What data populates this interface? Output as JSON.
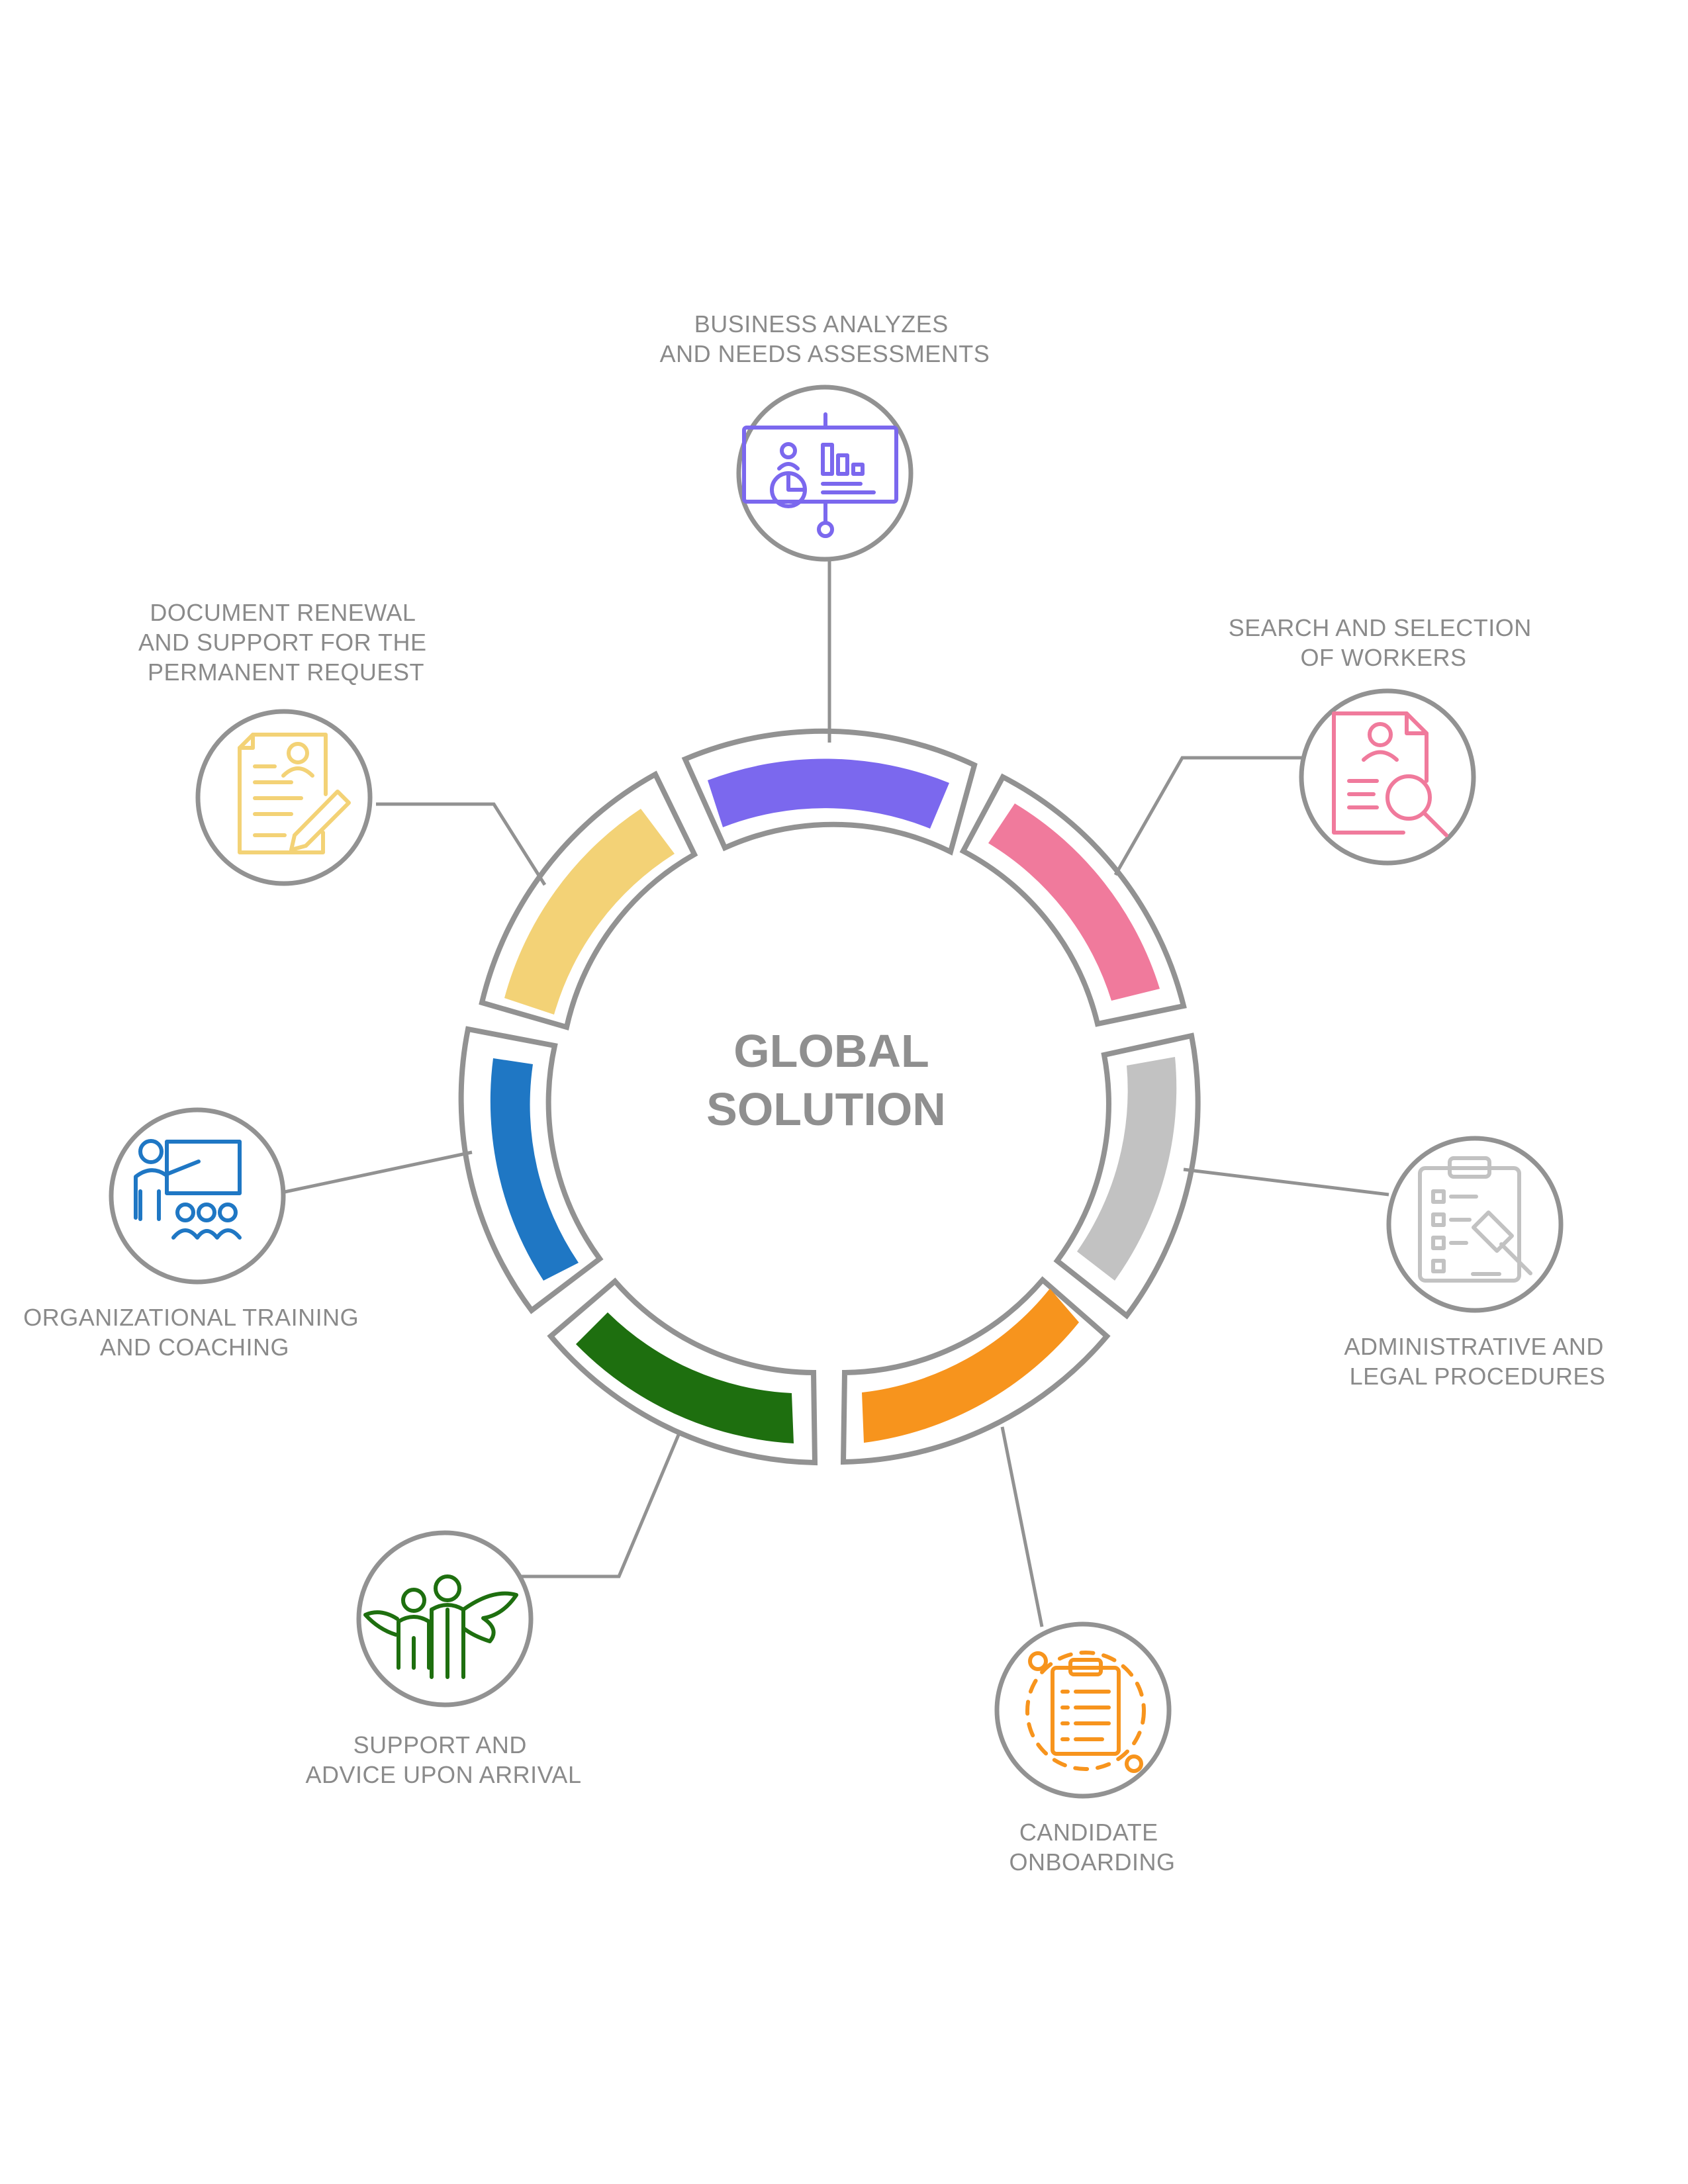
{
  "center": {
    "line1": "GLOBAL",
    "line2": "SOLUTION"
  },
  "steps": [
    {
      "id": "business-analysis",
      "icon": "presentation-board-icon",
      "color": "#7b68ee",
      "lines": [
        "BUSINESS ANALYZES",
        "AND NEEDS ASSESSMENTS"
      ]
    },
    {
      "id": "search-selection",
      "icon": "resume-search-icon",
      "color": "#f07a9c",
      "lines": [
        "SEARCH AND SELECTION",
        "OF WORKERS"
      ]
    },
    {
      "id": "administrative-legal",
      "icon": "clipboard-gavel-icon",
      "color": "#c2c2c2",
      "lines": [
        "ADMINISTRATIVE AND",
        "LEGAL PROCEDURES"
      ]
    },
    {
      "id": "candidate-onboarding",
      "icon": "onboarding-checklist-icon",
      "color": "#f7941d",
      "lines": [
        "CANDIDATE",
        "ONBOARDING"
      ]
    },
    {
      "id": "support-arrival",
      "icon": "people-wings-icon",
      "color": "#1e6f0f",
      "lines": [
        "SUPPORT AND",
        "ADVICE UPON ARRIVAL"
      ]
    },
    {
      "id": "training-coaching",
      "icon": "teacher-audience-icon",
      "color": "#1f77c4",
      "lines": [
        "ORGANIZATIONAL TRAINING",
        "AND COACHING"
      ]
    },
    {
      "id": "document-renewal",
      "icon": "document-signature-icon",
      "color": "#f3d276",
      "lines": [
        "DOCUMENT RENEWAL",
        "AND SUPPORT FOR THE",
        "PERMANENT REQUEST"
      ]
    }
  ]
}
